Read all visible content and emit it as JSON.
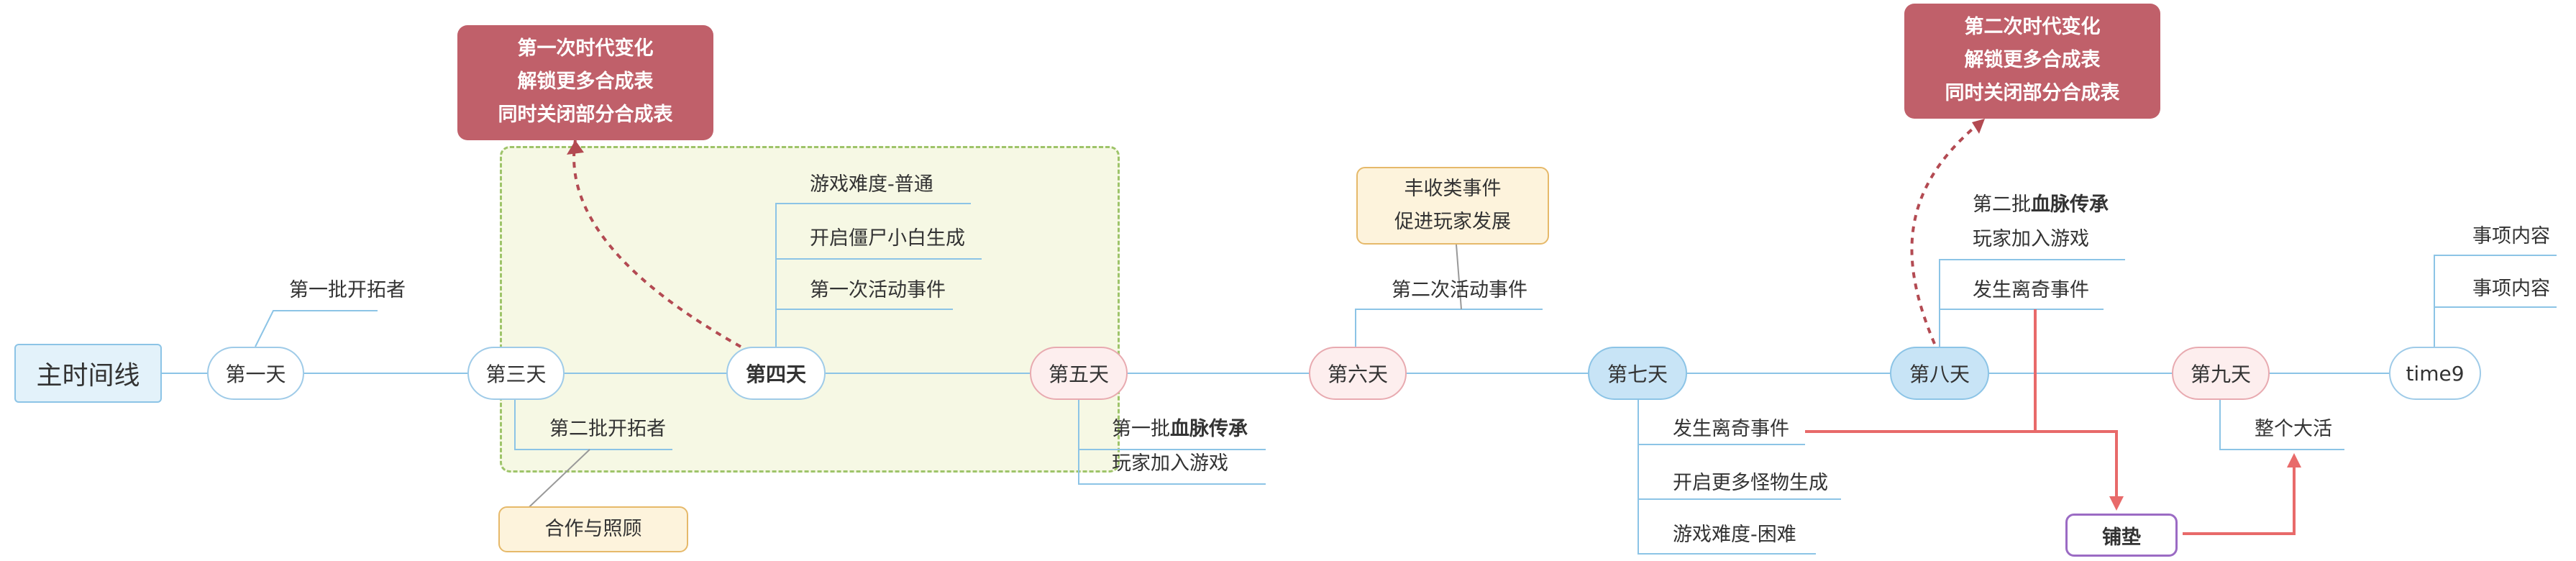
{
  "root": "主时间线",
  "days": {
    "d1": "第一天",
    "d3": "第三天",
    "d4": "第四天",
    "d5": "第五天",
    "d6": "第六天",
    "d7": "第七天",
    "d8": "第八天",
    "d9": "第九天",
    "d10": "time9"
  },
  "branches": {
    "d1_a": "第一批开拓者",
    "d3_a": "第二批开拓者",
    "d4_a": "游戏难度-普通",
    "d4_b": "开启僵尸小白生成",
    "d4_c": "第一次活动事件",
    "d5_a_prefix": "第一批",
    "d5_a_bold": "血脉传承",
    "d5_b": "玩家加入游戏",
    "d6_a": "第二次活动事件",
    "d7_a": "发生离奇事件",
    "d7_b": "开启更多怪物生成",
    "d7_c": "游戏难度-困难",
    "d8_a_prefix": "第二批",
    "d8_a_bold": "血脉传承",
    "d8_b": "玩家加入游戏",
    "d8_c": "发生离奇事件",
    "d9_a": "整个大活",
    "d10_a": "事项内容",
    "d10_b": "事项内容"
  },
  "callouts": {
    "c1": [
      "第一次时代变化",
      "解锁更多合成表",
      "同时关闭部分合成表"
    ],
    "c2": [
      "第二次时代变化",
      "解锁更多合成表",
      "同时关闭部分合成表"
    ]
  },
  "notes": {
    "harvest": [
      "丰收类事件",
      "促进玩家发展"
    ],
    "coop": "合作与照顾"
  },
  "purple_node": "铺垫",
  "colors": {
    "line_blue": "#8cc4e6",
    "callout_red": "#c0606a",
    "relation_red": "#e86a6a",
    "dashed_link": "#b34a52",
    "group_fill": "#f6f8e4",
    "group_border": "#9ec46a"
  }
}
